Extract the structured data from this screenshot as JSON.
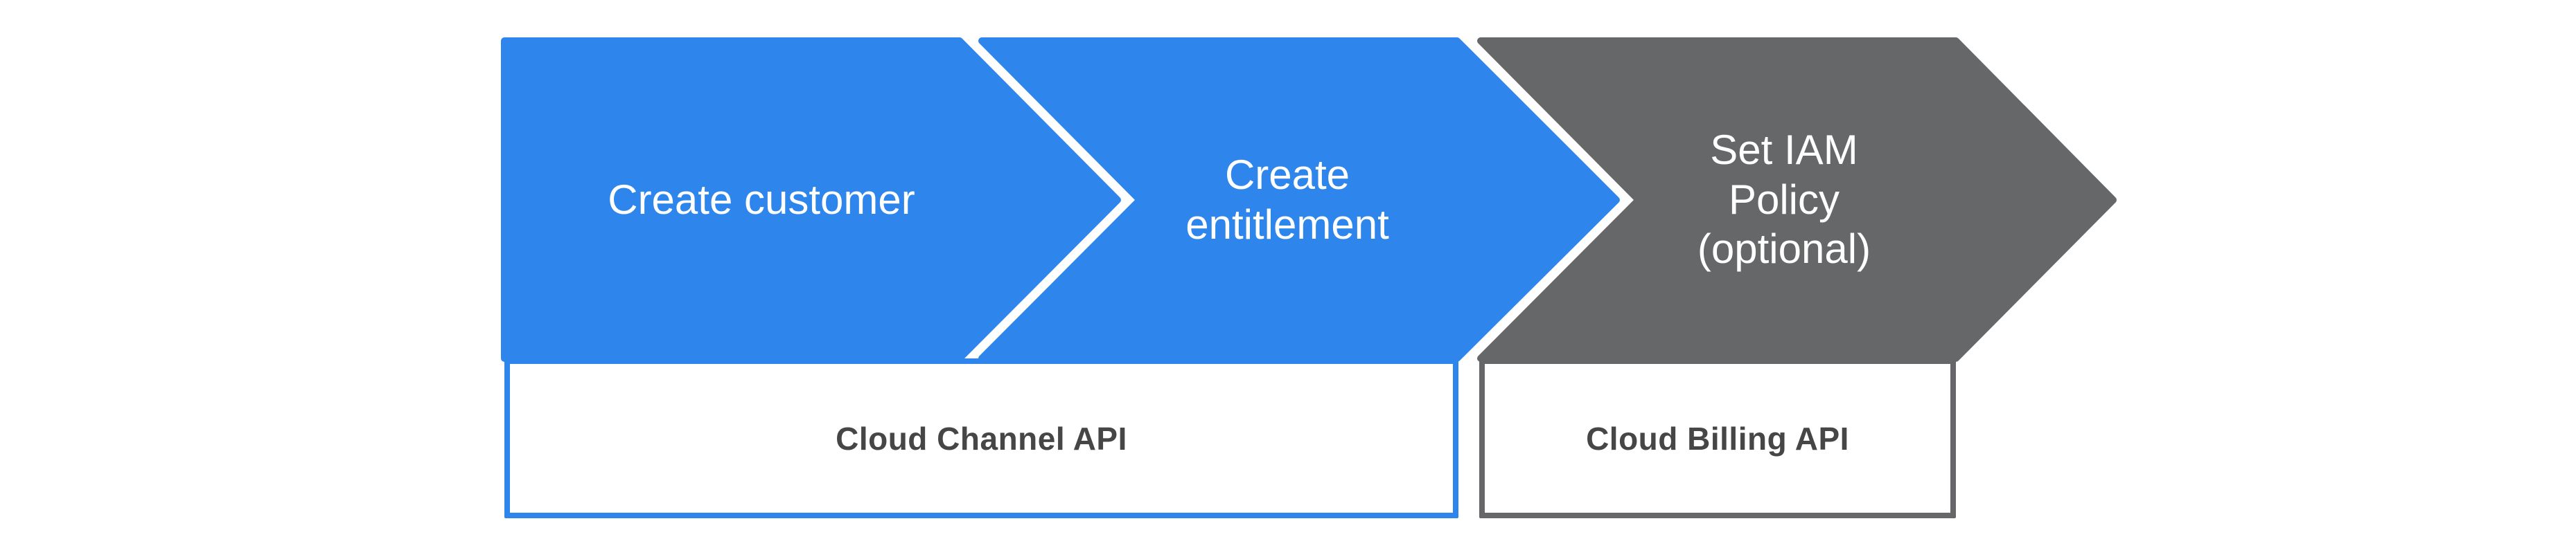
{
  "colors": {
    "blue": "#2E86EC",
    "gray": "#666769",
    "step_label_text": "#FFFFFF",
    "api_label_text": "#464646",
    "background": "#FFFFFF"
  },
  "steps": [
    {
      "label": "Create customer",
      "color": "#2E86EC"
    },
    {
      "label": "Create\nentitlement",
      "color": "#2E86EC"
    },
    {
      "label": "Set IAM\nPolicy\n(optional)",
      "color": "#666769"
    }
  ],
  "api_boxes": [
    {
      "label": "Cloud Channel API",
      "border_color": "#2E86EC"
    },
    {
      "label": "Cloud Billing API",
      "border_color": "#666769"
    }
  ]
}
